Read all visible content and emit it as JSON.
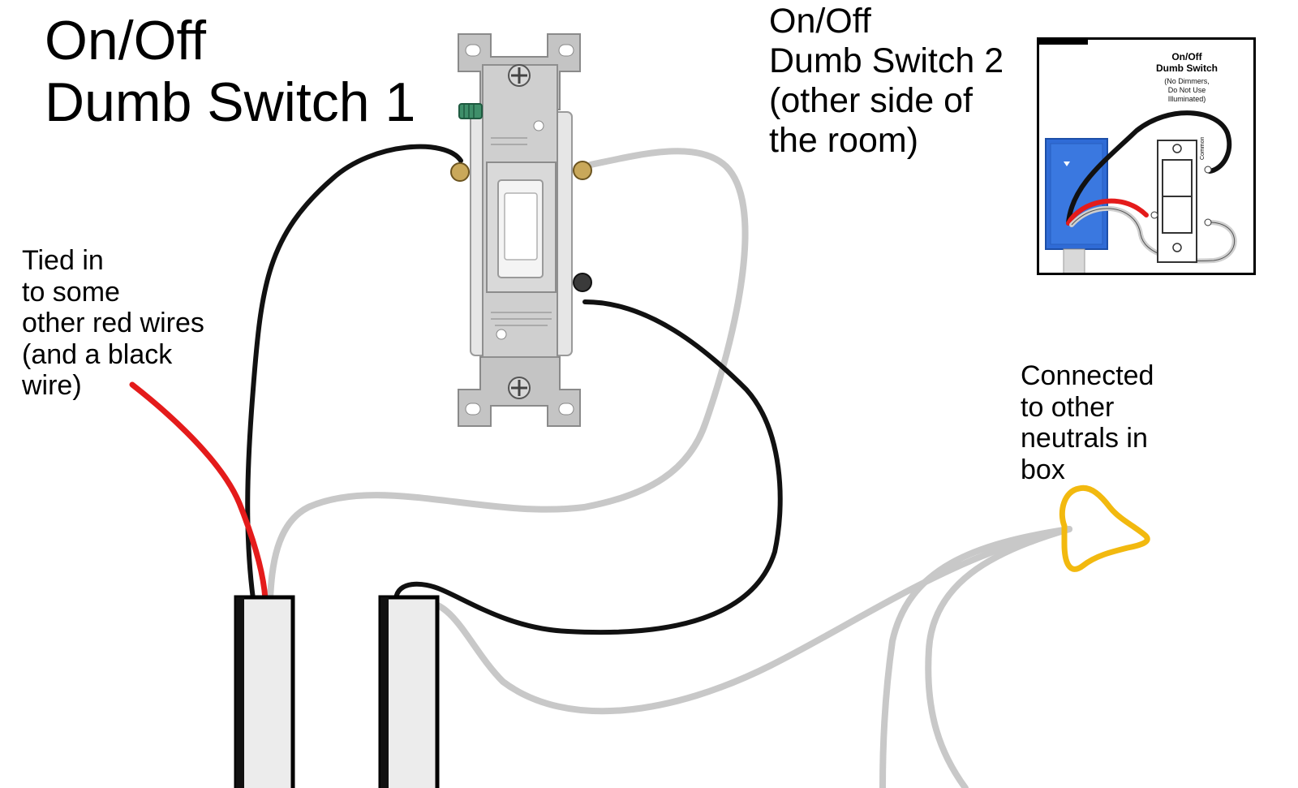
{
  "labels": {
    "switch1": [
      "On/Off",
      "Dumb Switch 1"
    ],
    "switch2": [
      "On/Off",
      "Dumb Switch 2",
      "(other side of",
      "the room)"
    ],
    "red_wire_note": [
      "Tied in",
      "to some",
      "other red wires",
      "(and a black",
      "wire)"
    ],
    "neutral_note": [
      "Connected",
      "to other",
      "neutrals in",
      "box"
    ]
  },
  "inset": {
    "title": [
      "On/Off",
      "Dumb Switch"
    ],
    "subtitle": [
      "(No Dimmers,",
      "Do Not Use",
      "Illuminated)"
    ],
    "common_label": "Common"
  },
  "colors": {
    "hot_wire": "#111111",
    "neutral_wire": "#c8c8c8",
    "red_wire": "#e41b1b",
    "wire_nut": "#f2b90f",
    "conduit": "#ececec",
    "switch_plate": "#c4c4c4",
    "electrical_box": "#2f6bd6"
  }
}
